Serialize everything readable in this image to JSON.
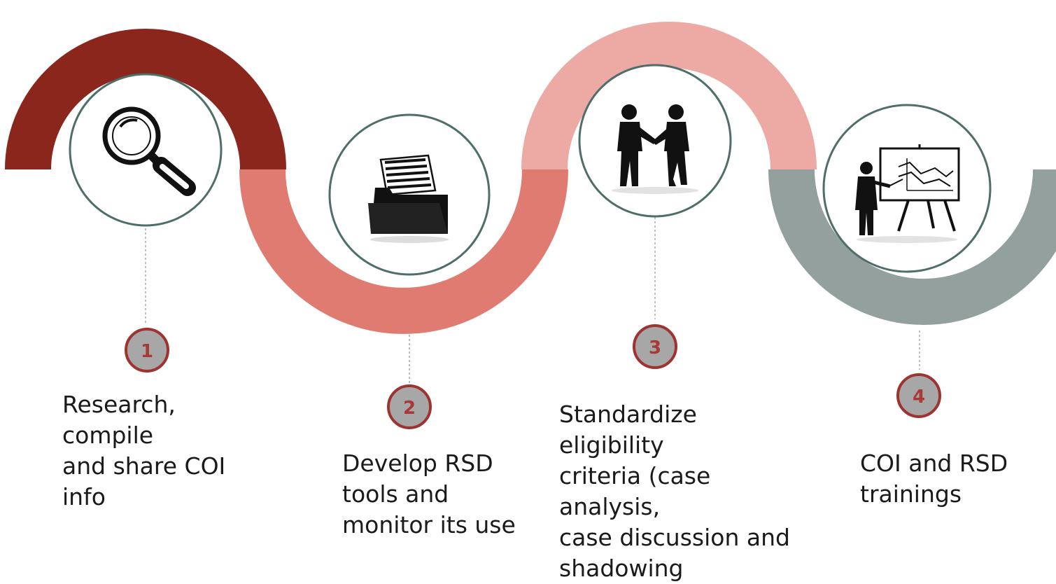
{
  "colors": {
    "arc_1": "#8b261d",
    "arc_2": "#e07b71",
    "arc_3": "#eda9a3",
    "arc_4": "#94a09e",
    "icon_ring": "#4e6e6a",
    "badge_ring": "#9e3431",
    "badge_fill": "#a7a7a7",
    "badge_text": "#a83a36"
  },
  "steps": [
    {
      "number": "1",
      "icon": "magnifying-glass-icon",
      "label": "Research, compile\nand share COI info"
    },
    {
      "number": "2",
      "icon": "document-folder-icon",
      "label": "Develop RSD\ntools and\nmonitor its use"
    },
    {
      "number": "3",
      "icon": "handshake-icon",
      "label": "Standardize eligibility\ncriteria (case analysis,\ncase discussion and\nshadowing"
    },
    {
      "number": "4",
      "icon": "presentation-icon",
      "label": "COI and RSD\ntrainings"
    }
  ]
}
